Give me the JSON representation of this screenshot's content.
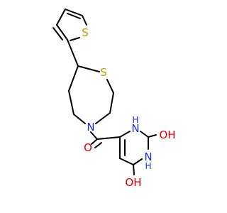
{
  "colors": {
    "bond": "#000000",
    "sulfur": "#b8a200",
    "nitrogen": "#1f2bd6",
    "oxygen": "#e00000",
    "background": "#ffffff"
  },
  "atoms": {
    "thiophene_s": "S",
    "thiazepane_s": "S",
    "thiazepane_n": "N",
    "carbonyl_o": "O",
    "upper_nh_n": "N",
    "upper_nh_h": "H",
    "lower_nh_n": "N",
    "lower_nh_h": "H",
    "right_oh": "OH",
    "bottom_oh": "OH"
  }
}
